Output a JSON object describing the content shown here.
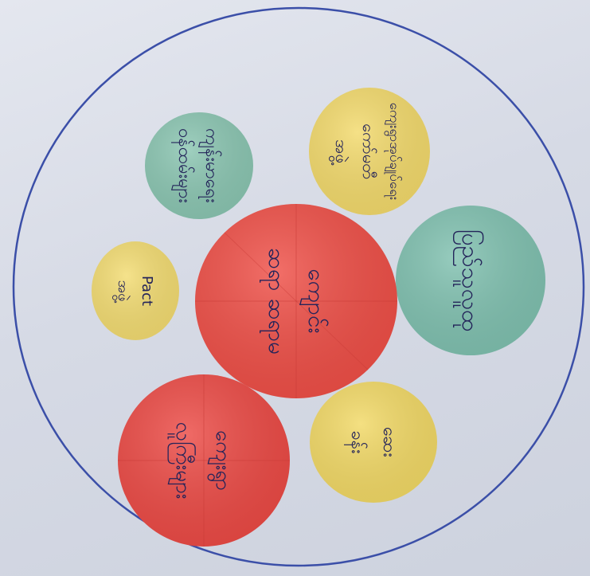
{
  "diagram": {
    "outer_circle_color": "#3b4fa8",
    "circles": [
      {
        "color": "#8bc6b2",
        "lines": [
          "ကျန်းမာရေး",
          "ဝန်ထမ်းများ"
        ]
      },
      {
        "color": "#f3da6c",
        "lines": [
          "ကျေးရွာအုပ်ချုပ်ရေး",
          "ကော်မတီ",
          "အဖွဲ့"
        ]
      },
      {
        "color": "#ef4f47",
        "lines": [
          "ကျောင်း",
          "ဆရာ ဆရာမ"
        ]
      },
      {
        "color": "#80c1b0",
        "lines": [
          "ပြည်သူလူထု"
        ]
      },
      {
        "color": "#f3dc72",
        "lines": [
          "Pact",
          "အဖွဲ့"
        ]
      },
      {
        "color": "#ec4a45",
        "lines": [
          "ကျေးရွာ",
          "လူကြီးများ"
        ]
      },
      {
        "color": "#f2d966",
        "lines": [
          "ဆေး",
          "ခန်း"
        ]
      }
    ]
  }
}
